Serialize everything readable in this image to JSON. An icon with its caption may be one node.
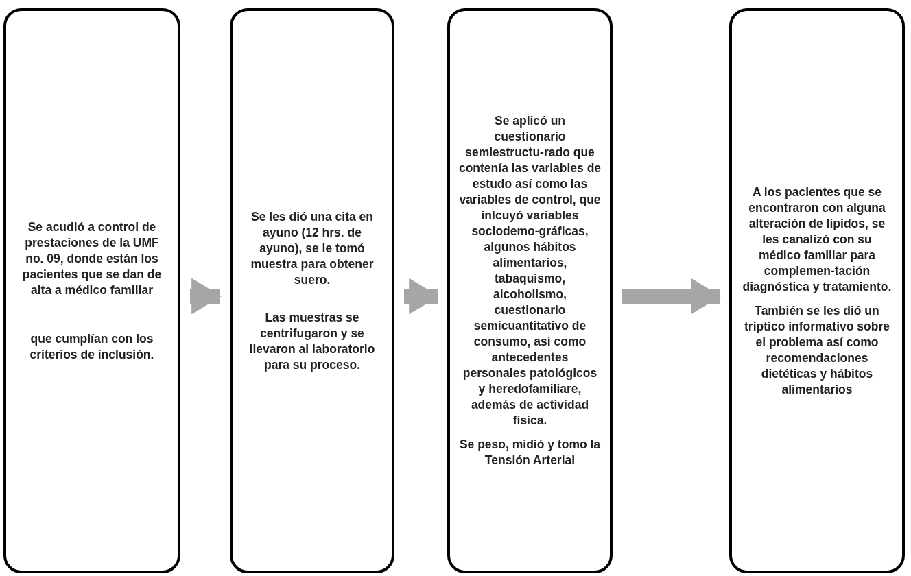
{
  "diagram": {
    "nodes": [
      {
        "text": [
          "Se acudió a control de prestaciones de la UMF no. 09, donde están los pacientes que se dan de alta a médico familiar",
          "que cumplían con los criterios de inclusión."
        ]
      },
      {
        "text": [
          "Se les dió una cita en ayuno (12 hrs. de ayuno), se le tomó muestra para obtener suero.",
          "Las muestras se centrifugaron y se llevaron al laboratorio para su proceso."
        ]
      },
      {
        "text": [
          "Se aplicó un cuestionario semiestructu-rado que contenía las variables de estudo así como las variables de control,  que inlcuyó  variables sociodemo-gráficas, algunos hábitos alimentarios, tabaquismo, alcoholismo, cuestionario semicuantitativo de consumo, así como antecedentes personales patológicos y heredofamiliare, además de actividad física.",
          "Se peso, midió y tomo la  Tensión Arterial"
        ]
      },
      {
        "text": [
          "A los pacientes que se encontraron  con alguna alteración de lípidos, se les canalizó con su médico familiar para complemen-tación diagnóstica y tratamiento.",
          "También se les dió un triptico informativo sobre el problema así como recomendaciones dietéticas y hábitos alimentarios"
        ]
      }
    ],
    "edges": [
      {
        "from": 0,
        "to": 1,
        "arrow": "to"
      },
      {
        "from": 1,
        "to": 2,
        "arrow": "to"
      },
      {
        "from": 2,
        "to": 3,
        "arrow": "to"
      }
    ]
  }
}
